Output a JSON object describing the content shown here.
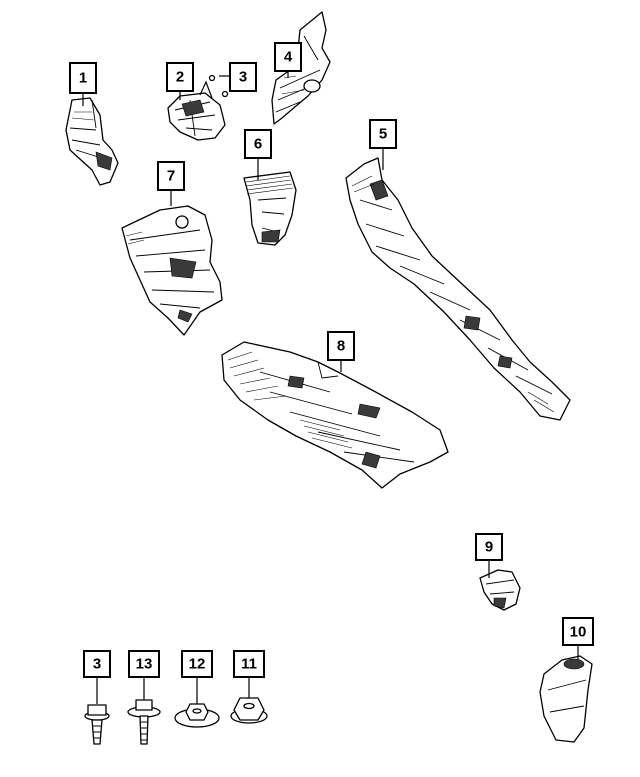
{
  "callouts": [
    {
      "id": "c1",
      "label": "1"
    },
    {
      "id": "c2",
      "label": "2"
    },
    {
      "id": "c3a",
      "label": "3"
    },
    {
      "id": "c4",
      "label": "4"
    },
    {
      "id": "c5",
      "label": "5"
    },
    {
      "id": "c6",
      "label": "6"
    },
    {
      "id": "c7",
      "label": "7"
    },
    {
      "id": "c8",
      "label": "8"
    },
    {
      "id": "c9",
      "label": "9"
    },
    {
      "id": "c10",
      "label": "10"
    },
    {
      "id": "c3b",
      "label": "3"
    },
    {
      "id": "c13",
      "label": "13"
    },
    {
      "id": "c12",
      "label": "12"
    },
    {
      "id": "c11",
      "label": "11"
    }
  ]
}
